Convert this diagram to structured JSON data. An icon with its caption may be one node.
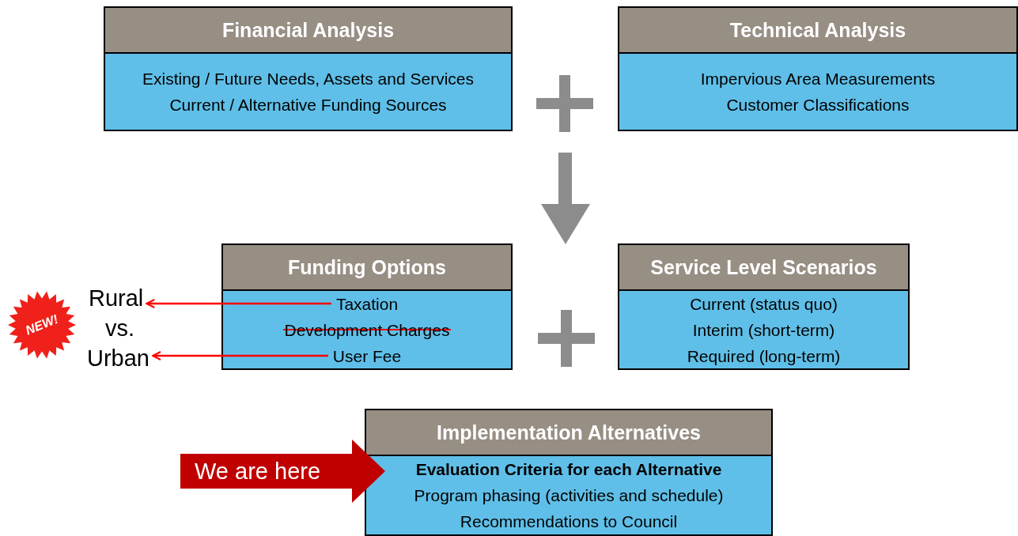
{
  "diagram": {
    "nodes": [
      {
        "text": [
          "Financial Analysis",
          "Existing / Future Needs, Assets and Services",
          "Current / Alternative Funding Sources"
        ]
      },
      {
        "text": [
          "Technical Analysis",
          "Impervious Area Measurements",
          "Customer Classifications"
        ]
      },
      {
        "text": [
          "Funding Options",
          "Development Charges"
        ]
      },
      {
        "text": [
          "Taxation"
        ],
        "in": 2
      },
      {
        "text": [
          "User Fee"
        ],
        "in": 2
      },
      {
        "text": [
          "Service Level Scenarios",
          "Current (status quo)",
          "Interim (short-term)",
          "Required (long-term)"
        ]
      },
      {
        "text": [
          "Rural"
        ]
      },
      {
        "text": [
          "Urban"
        ]
      },
      {
        "text": [
          "NEW!"
        ]
      },
      {
        "text": [
          "Implementation Alternatives",
          "Evaluation Criteria for each Alternative",
          "Program phasing (activities and schedule)",
          "Recommendations to Council"
        ]
      },
      {
        "text": [
          "We are here"
        ]
      }
    ],
    "edges": [
      {
        "from": 3,
        "to": 6,
        "arrow": "to"
      },
      {
        "from": 4,
        "to": 7,
        "arrow": "to"
      }
    ],
    "labels": [
      "vs."
    ]
  }
}
